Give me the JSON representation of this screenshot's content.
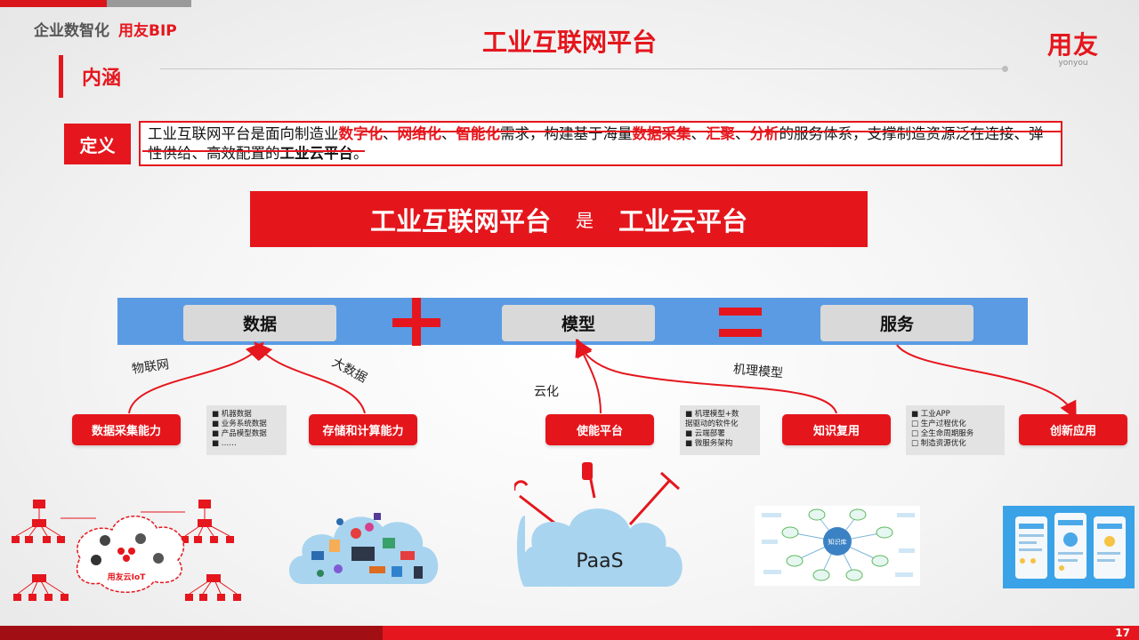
{
  "header": {
    "brand_left": "企业数智化",
    "brand_right": "用友BIP",
    "title": "工业互联网平台",
    "logo_cn": "用友",
    "logo_en": "yonyou",
    "section": "内涵"
  },
  "definition": {
    "label": "定义",
    "parts": [
      {
        "t": "工业互联网平台是面向制造业",
        "s": "n"
      },
      {
        "t": "数字化",
        "s": "h"
      },
      {
        "t": "、",
        "s": "n"
      },
      {
        "t": "网络化",
        "s": "h"
      },
      {
        "t": "、",
        "s": "n"
      },
      {
        "t": "智能化",
        "s": "h"
      },
      {
        "t": "需求，构建基于海量",
        "s": "n"
      },
      {
        "t": "数据采集",
        "s": "h"
      },
      {
        "t": "、",
        "s": "n"
      },
      {
        "t": "汇聚",
        "s": "h"
      },
      {
        "t": "、",
        "s": "n"
      },
      {
        "t": "分析",
        "s": "h"
      },
      {
        "t": "的服务体系，支撑制造资源泛在连接、弹性供给、高效配置的",
        "s": "n"
      },
      {
        "t": "工业云平台",
        "s": "b"
      },
      {
        "t": "。",
        "s": "n"
      }
    ]
  },
  "banner": {
    "left": "工业互联网平台",
    "mid": "是",
    "right": "工业云平台"
  },
  "equation": {
    "data": "数据",
    "model": "模型",
    "service": "服务"
  },
  "labels": {
    "iot": "物联网",
    "bigdata": "大数据",
    "cloud": "云化",
    "mechanism": "机理模型"
  },
  "capabilities": {
    "collect": "数据采集能力",
    "storage": "存储和计算能力",
    "enable": "使能平台",
    "reuse": "知识复用",
    "innovate": "创新应用"
  },
  "notes": {
    "data": [
      "■  机器数据",
      "■  业务系统数据",
      "■  产品模型数据",
      "■  ……"
    ],
    "model": [
      "■  机理模型+数",
      "据驱动的软件化",
      "■  云端部署",
      "■  微服务架构"
    ],
    "app": [
      "■  工业APP",
      "□  生产过程优化",
      "□  全生命周期服务",
      "□  制造资源优化"
    ]
  },
  "images": {
    "iot_center": "用友云IoT",
    "paas": "PaaS",
    "knowledge": "知识库"
  },
  "footer": {
    "page": "17"
  },
  "colors": {
    "accent": "#e5161d",
    "bar_blue": "#5a9be3",
    "box_grey": "#d9d9d9",
    "cloud_blue": "#a8d4ef"
  }
}
